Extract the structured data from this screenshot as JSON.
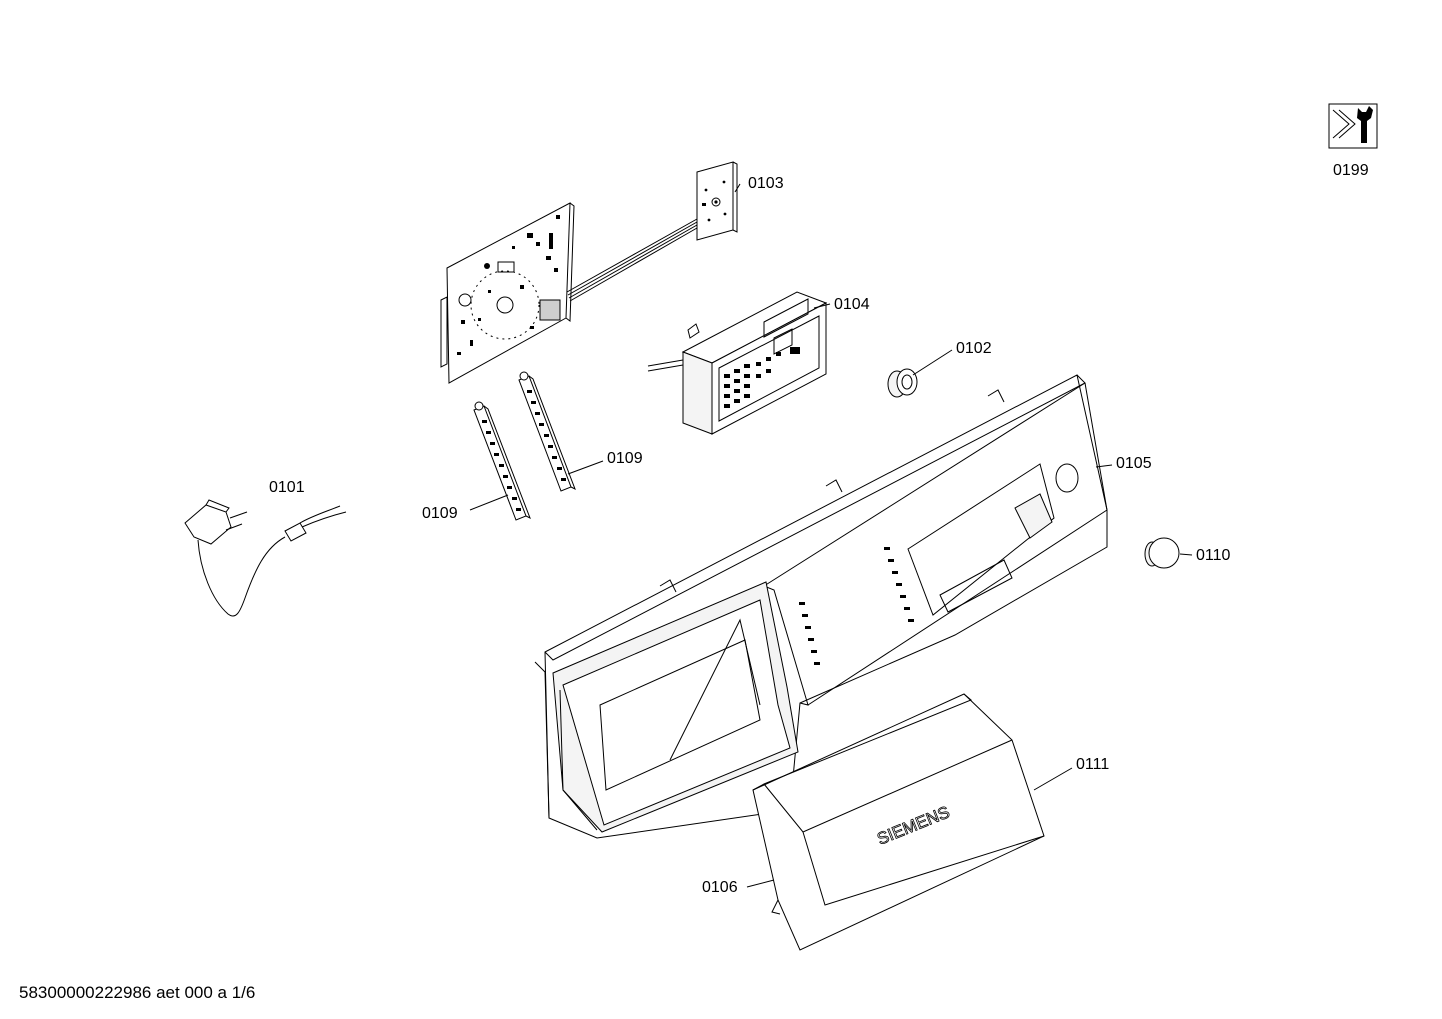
{
  "diagram": {
    "labels": {
      "p0101": "0101",
      "p0102": "0102",
      "p0103": "0103",
      "p0104": "0104",
      "p0105": "0105",
      "p0106": "0106",
      "p0109a": "0109",
      "p0109b": "0109",
      "p0110": "0110",
      "p0111": "0111",
      "p0199": "0199"
    },
    "brand_text": "SIEMENS",
    "footer": "58300000222986 aet 000 a 1/6"
  }
}
